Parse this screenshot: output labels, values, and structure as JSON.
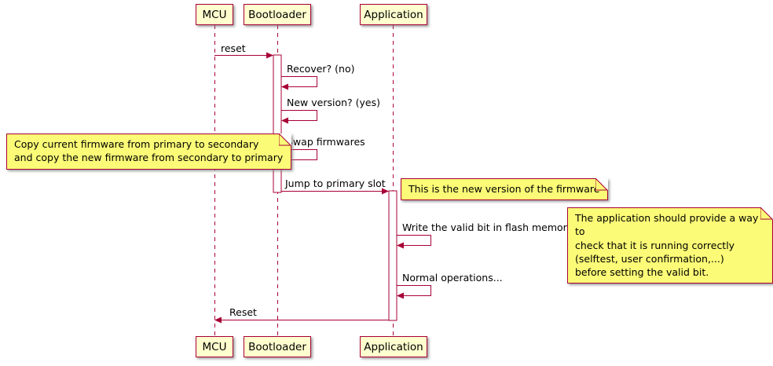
{
  "diagram_type": "sequence-diagram",
  "participants": [
    {
      "name": "MCU"
    },
    {
      "name": "Bootloader"
    },
    {
      "name": "Application"
    }
  ],
  "messages": {
    "reset": "reset",
    "recover": "Recover? (no)",
    "new_version": "New version? (yes)",
    "swap": "Swap firmwares",
    "jump": "Jump to primary slot",
    "write_bit": "Write the valid bit in flash memory",
    "normal_ops": "Normal operations...",
    "reset_back": "Reset"
  },
  "notes": {
    "swap_note": "Copy current firmware from primary to secondary\nand copy the new firmware from secondary to primary",
    "new_fw_note": "This is the new version of the firmware",
    "selftest_note": "The application should provide a way to\ncheck that it is running correctly\n(selftest, user confirmation,...)\nbefore setting the valid bit."
  },
  "colors": {
    "border": "#A80036",
    "participant_bg": "#FEFECE",
    "note_bg": "#FBFB77",
    "activation_bg": "#FFFFFF"
  }
}
